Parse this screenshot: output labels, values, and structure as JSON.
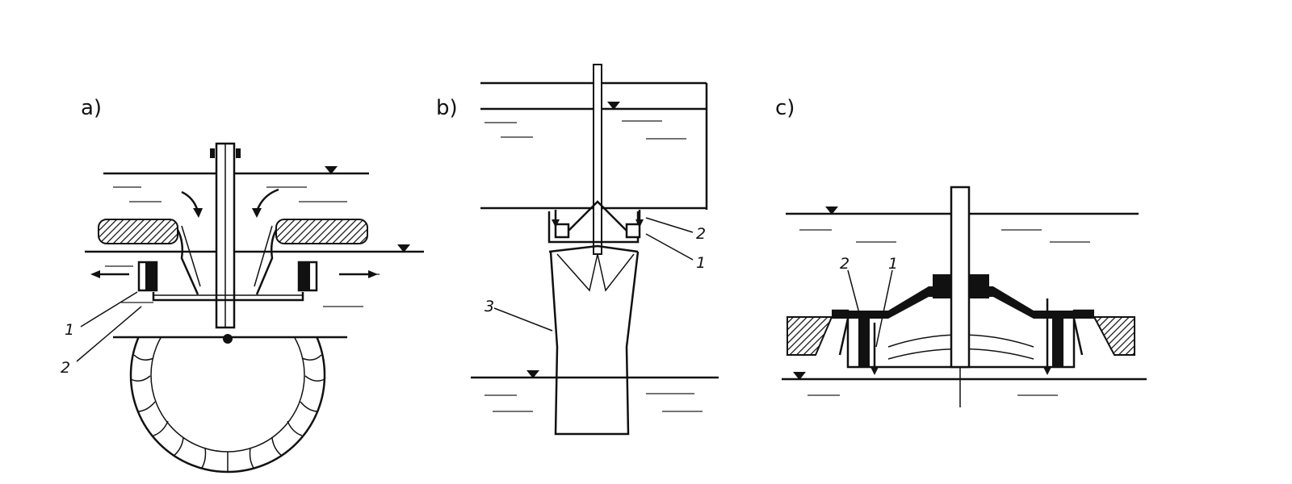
{
  "panels": [
    {
      "id": "a",
      "label": "a)",
      "callouts": [
        "1",
        "2"
      ]
    },
    {
      "id": "b",
      "label": "b)",
      "callouts": [
        "2",
        "1",
        "3"
      ]
    },
    {
      "id": "c",
      "label": "c)",
      "callouts": [
        "2",
        "1"
      ]
    }
  ],
  "icons": [
    "water-level-triangle-icon"
  ]
}
